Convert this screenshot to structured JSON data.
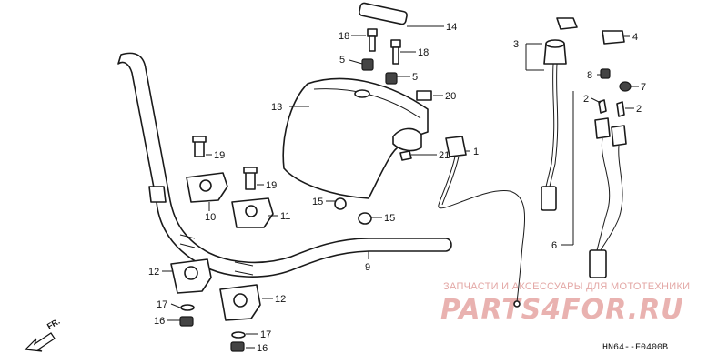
{
  "callouts": {
    "c1": "1",
    "c2a": "2",
    "c2b": "2",
    "c3": "3",
    "c4": "4",
    "c5a": "5",
    "c5b": "5",
    "c6": "6",
    "c7": "7",
    "c8": "8",
    "c9": "9",
    "c10": "10",
    "c11": "11",
    "c12a": "12",
    "c12b": "12",
    "c13": "13",
    "c14": "14",
    "c15a": "15",
    "c15b": "15",
    "c16a": "16",
    "c16b": "16",
    "c17a": "17",
    "c17b": "17",
    "c18a": "18",
    "c18b": "18",
    "c19a": "19",
    "c19b": "19",
    "c20": "20",
    "c21": "21"
  },
  "front_arrow_label": "FR.",
  "diagram_code": "HN64--F0400B",
  "watermark": {
    "tagline": "ЗАПЧАСТИ И АКСЕССУАРЫ ДЛЯ МОТОТЕХНИКИ",
    "logo": "PARTS4FOR.RU"
  }
}
